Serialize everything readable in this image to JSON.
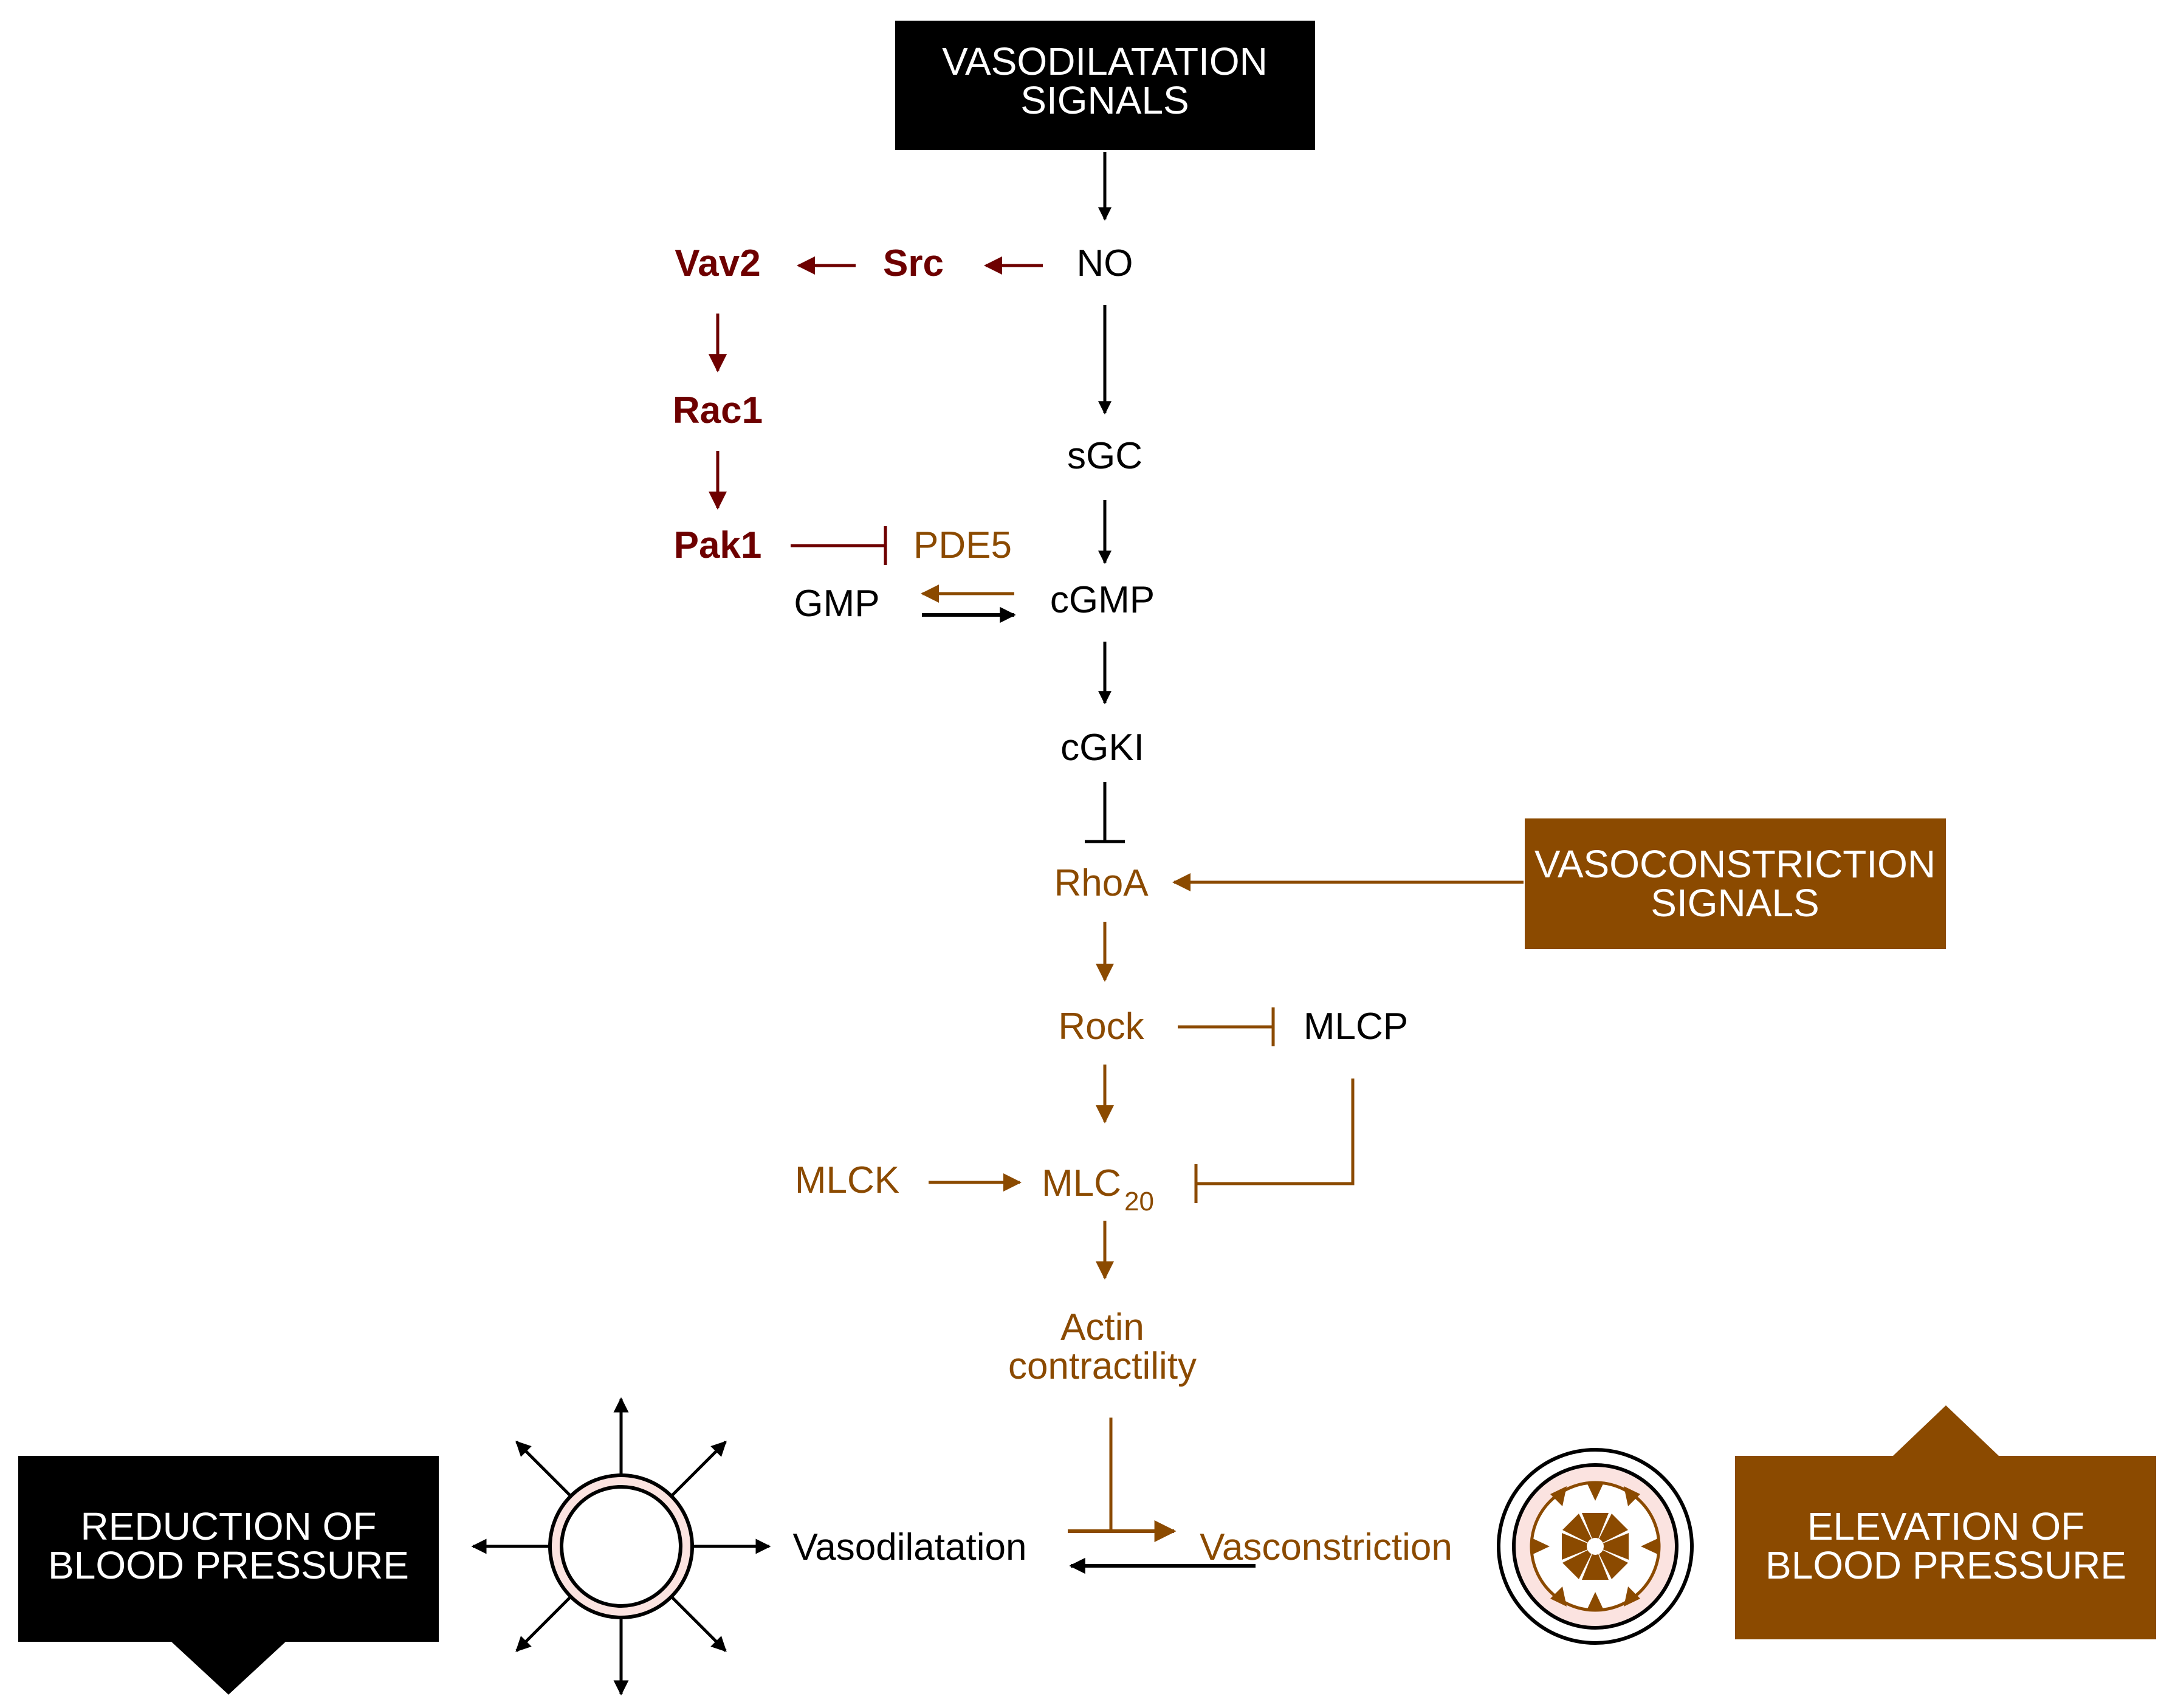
{
  "colors": {
    "black": "#000000",
    "brown": "#8b4a00",
    "maroon": "#6e0000",
    "vessel_wall": "#fbe3e0"
  },
  "boxes": {
    "vasodilatation_signals": {
      "line1": "VASODILATATION",
      "line2": "SIGNALS"
    },
    "vasoconstriction_signals": {
      "line1": "VASOCONSTRICTION",
      "line2": "SIGNALS"
    },
    "reduction_bp": {
      "line1": "REDUCTION OF",
      "line2": "BLOOD PRESSURE"
    },
    "elevation_bp": {
      "line1": "ELEVATION OF",
      "line2": "BLOOD PRESSURE"
    }
  },
  "nodes": {
    "no": "NO",
    "sgc": "sGC",
    "cgmp": "cGMP",
    "cgki": "cGKI",
    "gmp": "GMP",
    "pde5": "PDE5",
    "src": "Src",
    "vav2": "Vav2",
    "rac1": "Rac1",
    "pak1": "Pak1",
    "rhoa": "RhoA",
    "rock": "Rock",
    "mlcp": "MLCP",
    "mlck": "MLCK",
    "mlc20_main": "MLC",
    "mlc20_sub": "20",
    "actin_line1": "Actin",
    "actin_line2": "contractility",
    "vasodilatation": "Vasodilatation",
    "vasconstriction": "Vasconstriction"
  },
  "icons": {
    "dilated_vessel": "dilated-vessel-icon",
    "constricted_vessel": "constricted-vessel-icon",
    "arrow_down_block": "down-arrow-block-icon",
    "arrow_up_block": "up-arrow-block-icon"
  }
}
